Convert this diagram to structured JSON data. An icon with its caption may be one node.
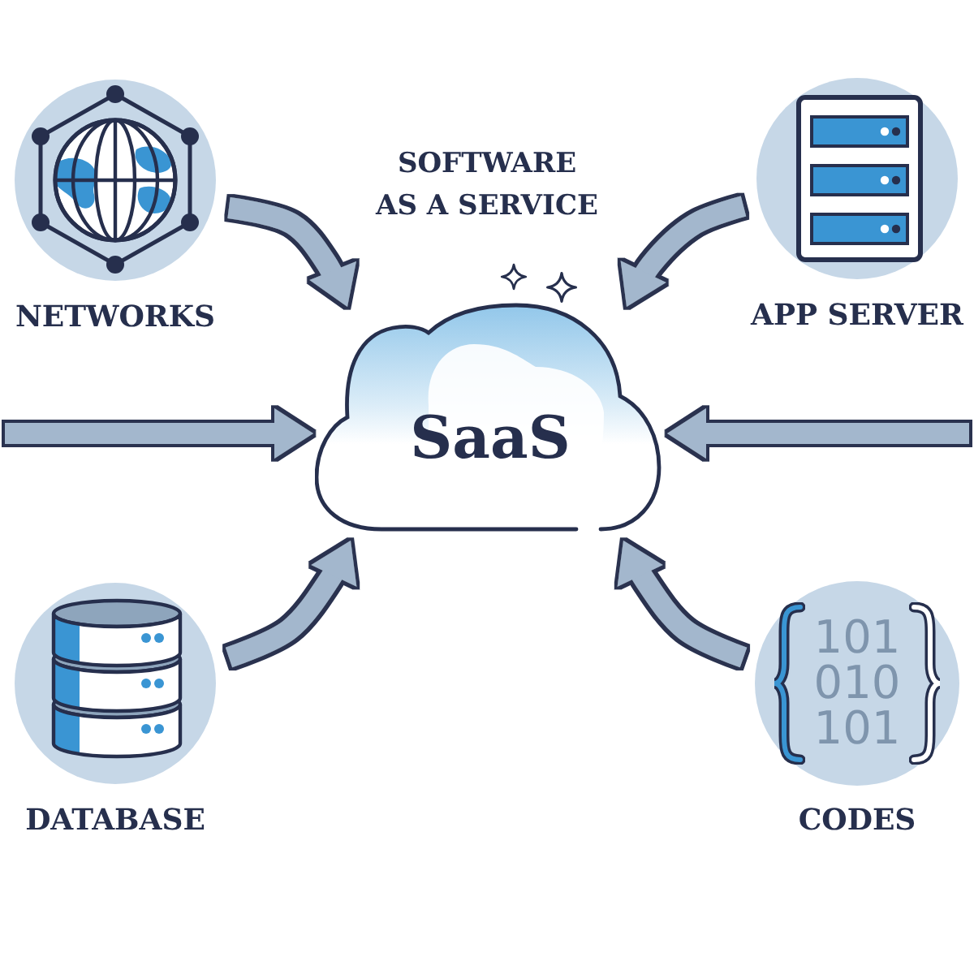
{
  "diagram": {
    "title": "SOFTWARE AS A SERVICE",
    "nodes": [
      {
        "text": [
          "NETWORKS"
        ]
      },
      {
        "text": [
          "APP SERVER"
        ]
      },
      {
        "text": [
          "SaaS"
        ]
      },
      {
        "text": [
          "DATABASE"
        ]
      },
      {
        "text": [
          "101 010 101",
          "CODES"
        ]
      }
    ],
    "edges": [
      {
        "from": 0,
        "to": 2,
        "arrow": "to"
      },
      {
        "from": 1,
        "to": 2,
        "arrow": "to"
      },
      {
        "from": null,
        "to": 2,
        "arrow": "to"
      },
      {
        "from": null,
        "to": 2,
        "arrow": "to"
      },
      {
        "from": 3,
        "to": 2,
        "arrow": "to"
      },
      {
        "from": 4,
        "to": 2,
        "arrow": "to"
      }
    ]
  }
}
